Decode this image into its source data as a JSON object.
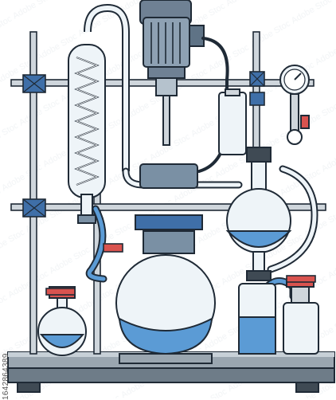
{
  "image": {
    "subject": "chemistry laboratory glassware setup",
    "stock_id": "1642864389",
    "watermark": "Adobe Stock",
    "colors": {
      "outline": "#1f2a36",
      "liquid": "#5b9bd5",
      "liquid_dark": "#3d7fc1",
      "glass": "#eef4f8",
      "steel_blue": "#7a90a4",
      "frame": "#cfd6dc",
      "valve_red": "#d9534f",
      "motor": "#8ea1b3",
      "base": "#9aa6b0"
    }
  }
}
